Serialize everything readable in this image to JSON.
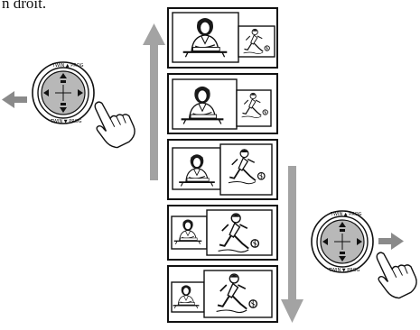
{
  "caption": "n droit.",
  "remote_control": {
    "ring_label_top": "TWIN ▲ PROG",
    "ring_label_bottom": "TWIN ▼ PROG"
  },
  "panels": [
    {
      "main_view": "speaker",
      "inset_view": "soccer-player",
      "inset_size": "small"
    },
    {
      "main_view": "speaker",
      "inset_view": "soccer-player",
      "inset_size": "smaller"
    },
    {
      "main_view": "speaker",
      "inset_view": "soccer-player",
      "inset_size": "equal"
    },
    {
      "main_view": "soccer-player",
      "inset_view": "speaker",
      "inset_size": "smaller"
    },
    {
      "main_view": "soccer-player",
      "inset_view": "speaker",
      "inset_size": "small"
    }
  ],
  "arrows": {
    "vertical_up_color": "#a3a3a3",
    "vertical_down_color": "#a3a3a3",
    "left_arrow_color": "#8a8a8a",
    "right_arrow_color": "#8a8a8a"
  },
  "icons": [
    "hand-pointer-icon",
    "joystick-dial-icon",
    "arrow-up-icon",
    "arrow-down-icon",
    "arrow-left-icon",
    "arrow-right-icon"
  ]
}
